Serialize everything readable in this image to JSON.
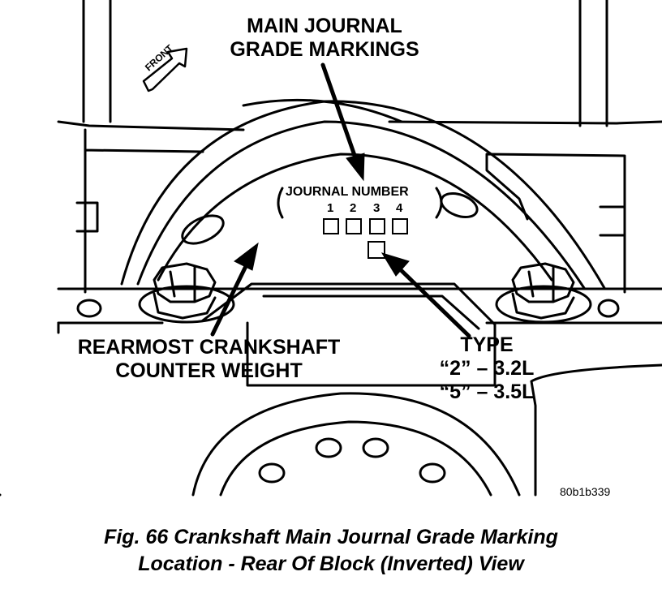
{
  "labels": {
    "main_journal_line1": "MAIN JOURNAL",
    "main_journal_line2": "GRADE MARKINGS",
    "journal_number": "JOURNAL NUMBER",
    "journal_digits": [
      "1",
      "2",
      "3",
      "4"
    ],
    "front": "FRONT",
    "rearmost_line1": "REARMOST CRANKSHAFT",
    "rearmost_line2": "COUNTER WEIGHT",
    "type_heading": "TYPE",
    "type_line1": "“2” – 3.2L",
    "type_line2": "“5” – 3.5L",
    "figure_code": "80b1b339"
  },
  "caption": {
    "line1": "Fig. 66 Crankshaft Main Journal Grade Marking",
    "line2": "Location - Rear Of Block (Inverted) View"
  }
}
